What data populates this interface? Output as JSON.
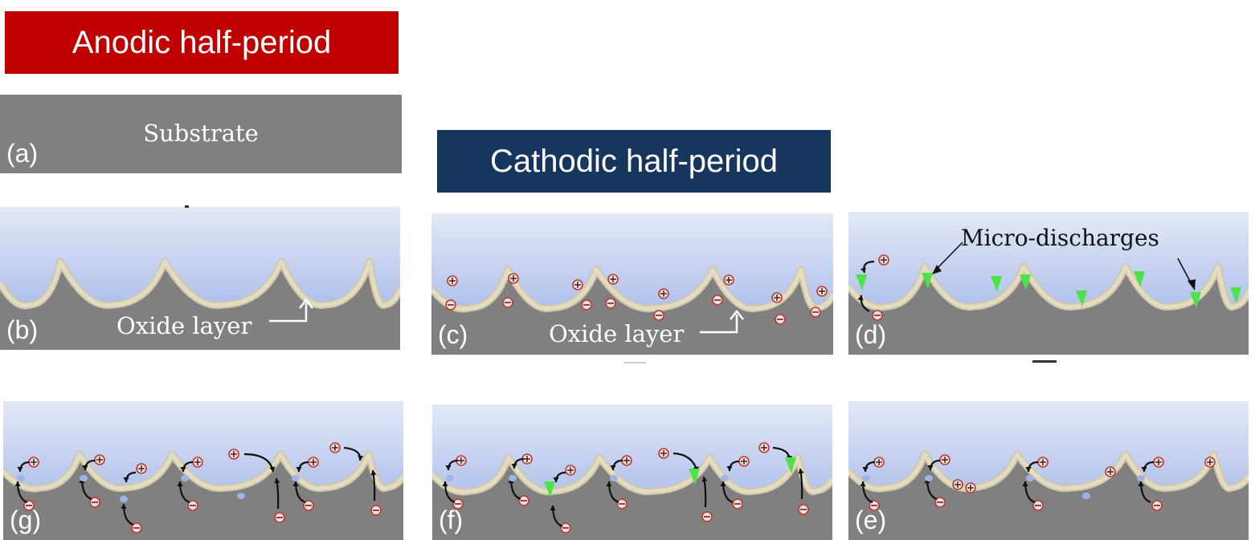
{
  "banners": {
    "anodic": "Anodic half-period",
    "cathodic": "Cathodic half-period"
  },
  "colors": {
    "anodic": "#c00000",
    "cathodic": "#17365d",
    "substrate": "#808080",
    "electrolyte_top": "#e4e9f6",
    "electrolyte_bottom": "#8ea8e4",
    "oxide": "#e3dcc2",
    "discharge": "#4ee24a",
    "charge": "#c0392b"
  },
  "panels": {
    "a": {
      "label": "(a)",
      "text": "Substrate"
    },
    "b": {
      "label": "(b)",
      "text": "Oxide layer"
    },
    "c": {
      "label": "(c)",
      "text": "Oxide layer"
    },
    "d": {
      "label": "(d)",
      "text": "Micro-discharges"
    },
    "e": {
      "label": "(e)"
    },
    "f": {
      "label": "(f)"
    },
    "g": {
      "label": "(g)"
    }
  },
  "symbols": {
    "plus": "+",
    "minus": "−"
  }
}
